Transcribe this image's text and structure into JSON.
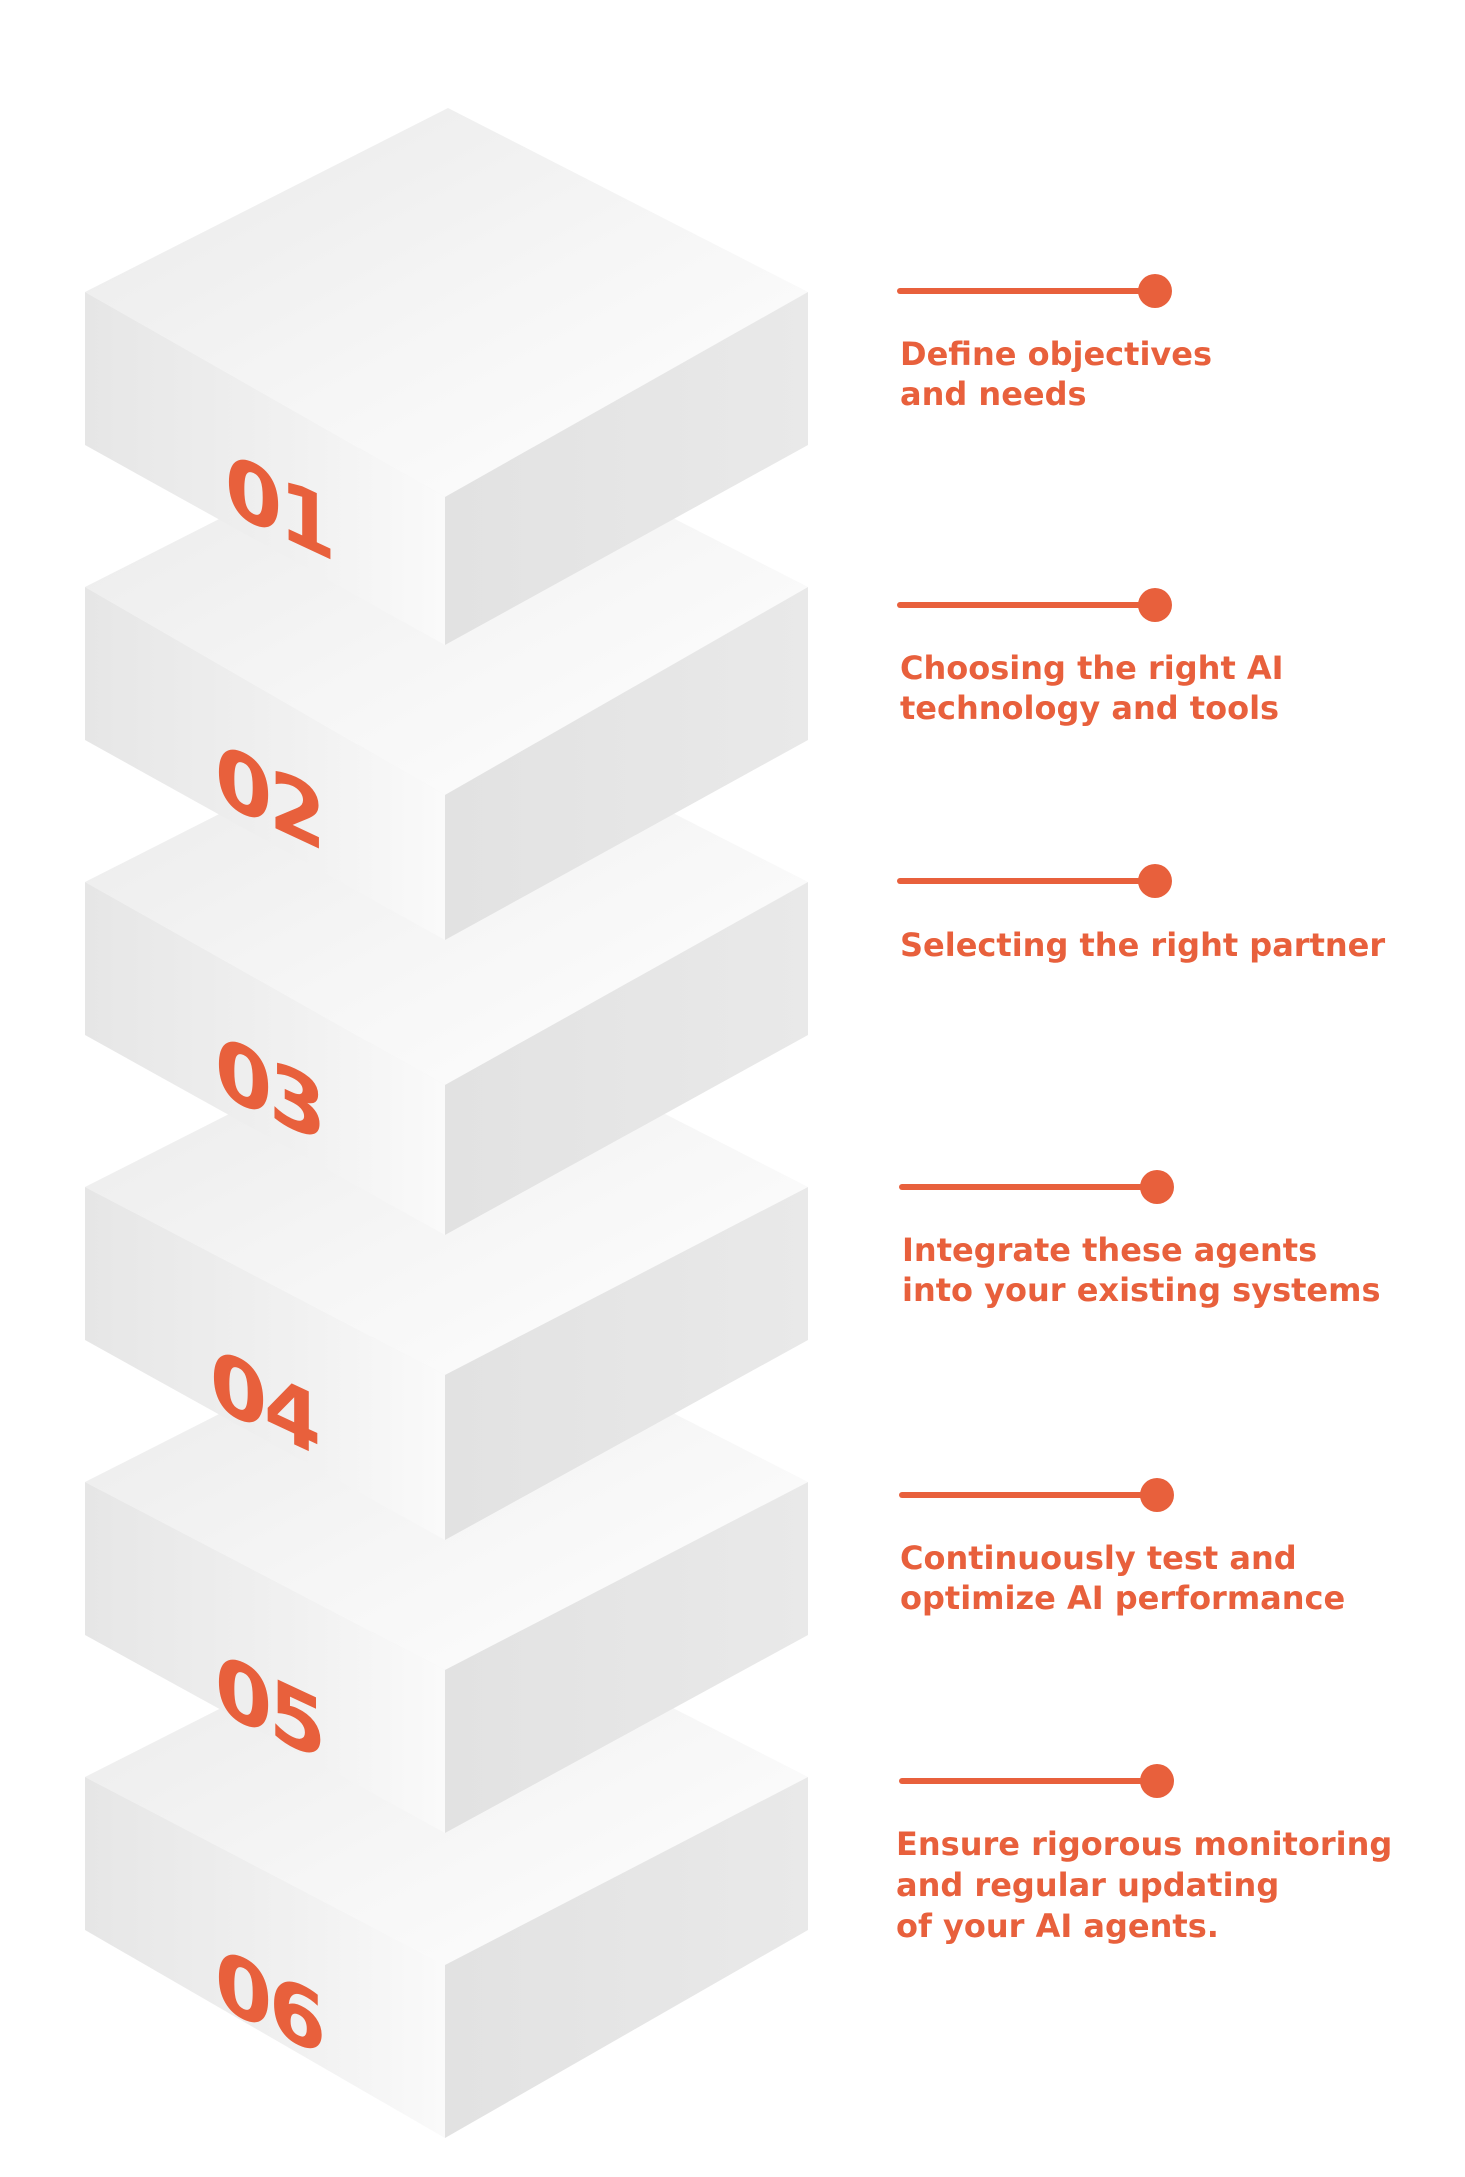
{
  "colors": {
    "accent": "#e8603c",
    "block_side_left": "#ececec",
    "block_side_right": "#e3e3e3",
    "block_top": "#f3f3f3",
    "background": "#ffffff"
  },
  "steps": [
    {
      "number": "01",
      "lines": [
        "Define objectives",
        "and needs"
      ]
    },
    {
      "number": "02",
      "lines": [
        "Choosing the right AI",
        "technology and tools"
      ]
    },
    {
      "number": "03",
      "lines": [
        "Selecting the right partner"
      ]
    },
    {
      "number": "04",
      "lines": [
        "Integrate these agents",
        "into your existing systems"
      ]
    },
    {
      "number": "05",
      "lines": [
        "Continuously test and",
        "optimize AI performance"
      ]
    },
    {
      "number": "06",
      "lines": [
        "Ensure rigorous monitoring",
        "and regular updating",
        "of your AI agents."
      ]
    }
  ]
}
